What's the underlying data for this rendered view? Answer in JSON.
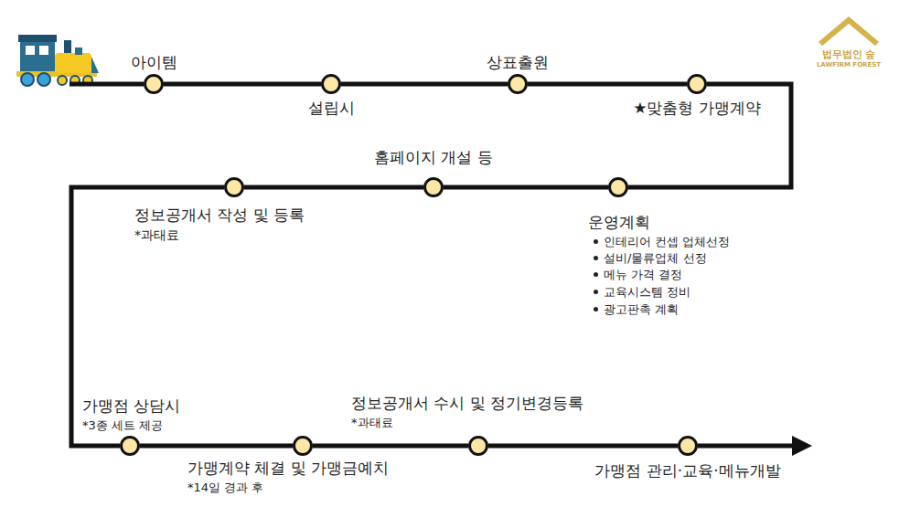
{
  "diagram": {
    "nodes": [
      {
        "text": [
          "아이템"
        ]
      },
      {
        "text": [
          "설립시"
        ]
      },
      {
        "text": [
          "상표출원"
        ]
      },
      {
        "text": [
          "★맞춤형 가맹계약"
        ]
      },
      {
        "text": [
          "운영계획",
          "인테리어 컨셉 업체선정",
          "설비/물류업체 선정",
          "메뉴 가격 결정",
          "교육시스템 정비",
          "광고판촉 계획"
        ]
      },
      {
        "text": [
          "홈페이지 개설 등"
        ]
      },
      {
        "text": [
          "정보공개서 작성 및 등록",
          "*과태료"
        ]
      },
      {
        "text": [
          "가맹점 상담시",
          "*3종 세트 제공"
        ]
      },
      {
        "text": [
          "가맹계약 체결 및 가맹금예치",
          "*14일 경과 후"
        ]
      },
      {
        "text": [
          "정보공개서 수시 및 정기변경등록",
          "*과태료"
        ]
      },
      {
        "text": [
          "가맹점 관리·교육·메뉴개발"
        ]
      }
    ],
    "edges": [
      {
        "from": 0,
        "to": 1,
        "arrow": "none"
      },
      {
        "from": 1,
        "to": 2,
        "arrow": "none"
      },
      {
        "from": 2,
        "to": 3,
        "arrow": "none"
      },
      {
        "from": 3,
        "to": 4,
        "arrow": "none"
      },
      {
        "from": 4,
        "to": 5,
        "arrow": "none"
      },
      {
        "from": 5,
        "to": 6,
        "arrow": "none"
      },
      {
        "from": 6,
        "to": 7,
        "arrow": "none"
      },
      {
        "from": 7,
        "to": 8,
        "arrow": "none"
      },
      {
        "from": 8,
        "to": 9,
        "arrow": "none"
      },
      {
        "from": 9,
        "to": 10,
        "arrow": "none"
      }
    ],
    "labels": [
      "법무법인 숲",
      "LAWFIRM FOREST"
    ]
  }
}
